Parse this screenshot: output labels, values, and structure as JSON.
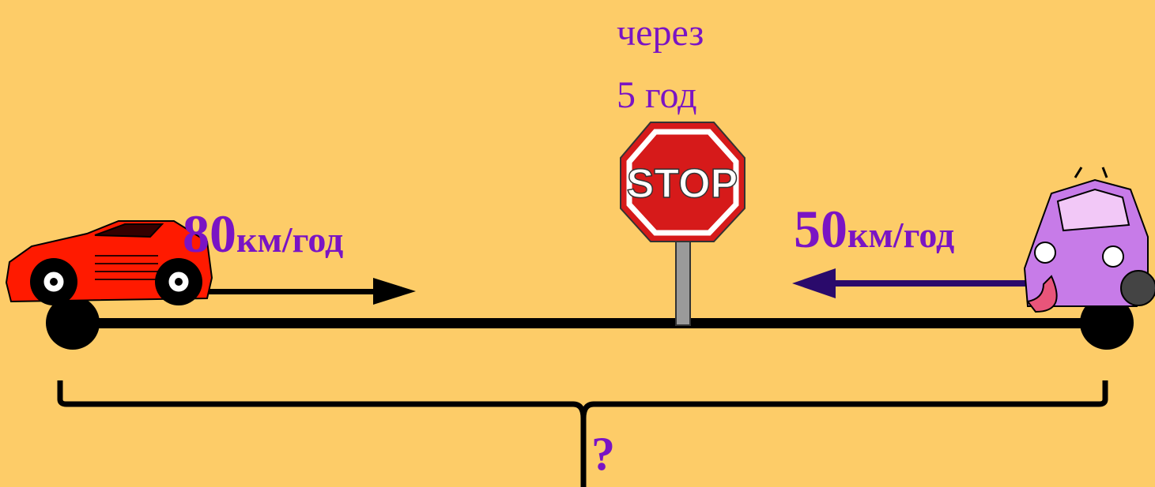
{
  "time_label": {
    "line1": "через",
    "line2": "5 год"
  },
  "sign": {
    "text": "STOP"
  },
  "left_car": {
    "speed_value": "80",
    "speed_unit": "км/год",
    "color": "#FF1A00"
  },
  "right_car": {
    "speed_value": "50",
    "speed_unit": "км/год",
    "color": "#C77BE8"
  },
  "total_distance": {
    "label": "?"
  },
  "colors": {
    "background": "#FDCC68",
    "text": "#7A14C4",
    "road": "#000000",
    "left_arrow": "#2A0A6B"
  }
}
